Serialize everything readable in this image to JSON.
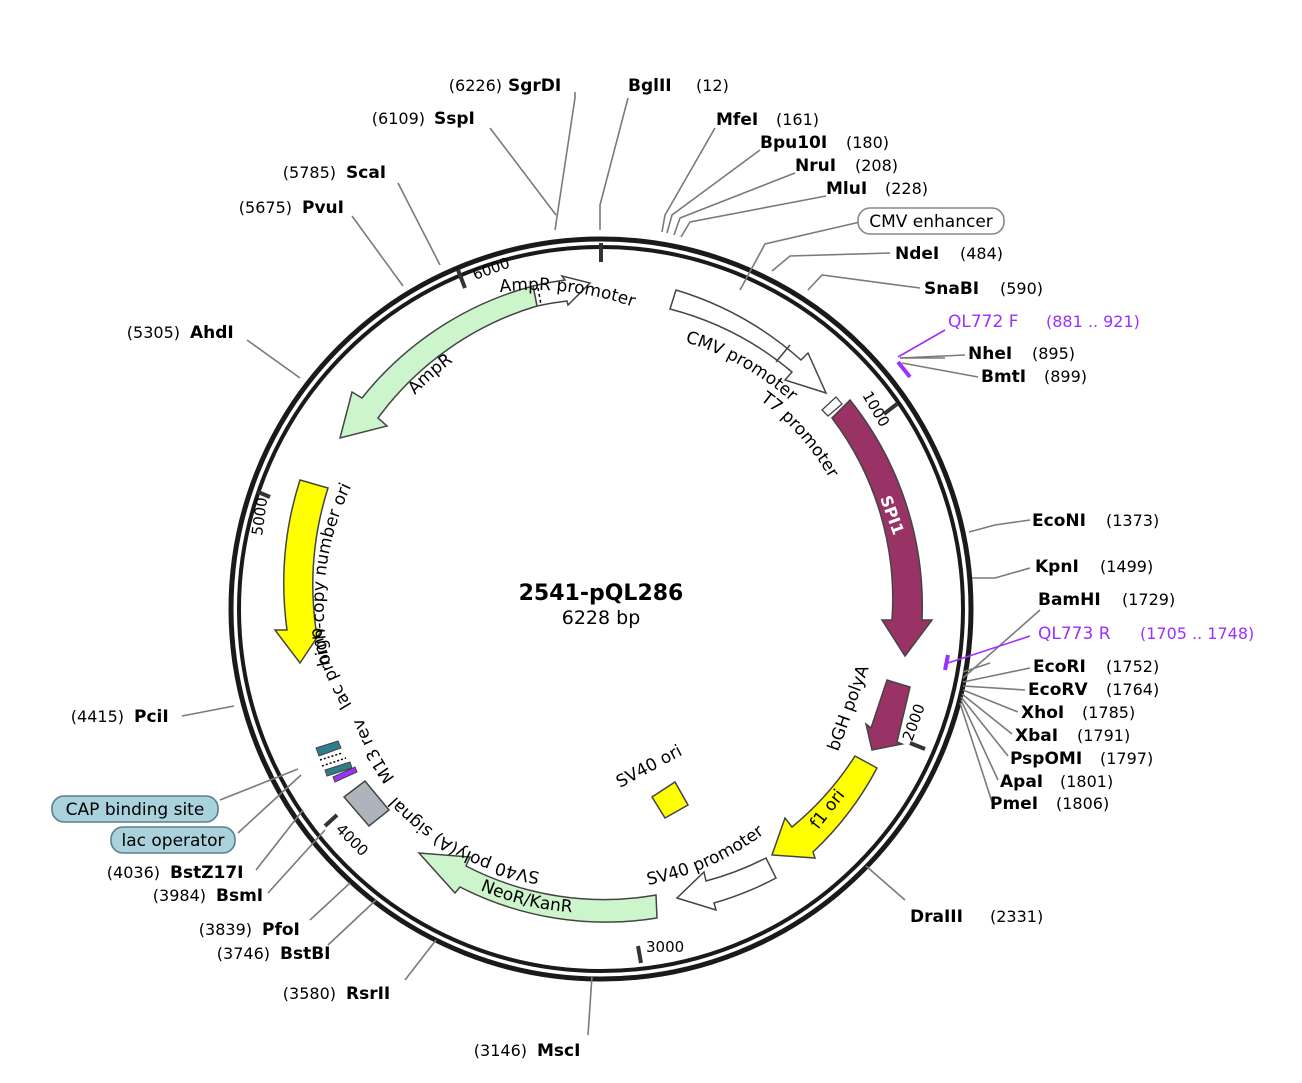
{
  "plasmid": {
    "name": "2541-pQL286",
    "size_label": "6228 bp",
    "length": 6228
  },
  "ticks": [
    "1000",
    "2000",
    "3000",
    "4000",
    "5000",
    "6000"
  ],
  "sites": [
    {
      "name": "SgrDI",
      "pos": "(6226)"
    },
    {
      "name": "BglII",
      "pos": "(12)"
    },
    {
      "name": "SspI",
      "pos": "(6109)"
    },
    {
      "name": "MfeI",
      "pos": "(161)"
    },
    {
      "name": "Bpu10I",
      "pos": "(180)"
    },
    {
      "name": "NruI",
      "pos": "(208)"
    },
    {
      "name": "ScaI",
      "pos": "(5785)"
    },
    {
      "name": "MluI",
      "pos": "(228)"
    },
    {
      "name": "PvuI",
      "pos": "(5675)"
    },
    {
      "name": "NdeI",
      "pos": "(484)"
    },
    {
      "name": "SnaBI",
      "pos": "(590)"
    },
    {
      "name": "AhdI",
      "pos": "(5305)"
    },
    {
      "name": "NheI",
      "pos": "(895)"
    },
    {
      "name": "BmtI",
      "pos": "(899)"
    },
    {
      "name": "EcoNI",
      "pos": "(1373)"
    },
    {
      "name": "KpnI",
      "pos": "(1499)"
    },
    {
      "name": "BamHI",
      "pos": "(1729)"
    },
    {
      "name": "EcoRI",
      "pos": "(1752)"
    },
    {
      "name": "EcoRV",
      "pos": "(1764)"
    },
    {
      "name": "XhoI",
      "pos": "(1785)"
    },
    {
      "name": "PciI",
      "pos": "(4415)"
    },
    {
      "name": "XbaI",
      "pos": "(1791)"
    },
    {
      "name": "PspOMI",
      "pos": "(1797)"
    },
    {
      "name": "ApaI",
      "pos": "(1801)"
    },
    {
      "name": "PmeI",
      "pos": "(1806)"
    },
    {
      "name": "BstZ17I",
      "pos": "(4036)"
    },
    {
      "name": "BsmI",
      "pos": "(3984)"
    },
    {
      "name": "DraIII",
      "pos": "(2331)"
    },
    {
      "name": "PfoI",
      "pos": "(3839)"
    },
    {
      "name": "BstBI",
      "pos": "(3746)"
    },
    {
      "name": "RsrII",
      "pos": "(3580)"
    },
    {
      "name": "MscI",
      "pos": "(3146)"
    }
  ],
  "primers": [
    {
      "name": "QL772 F",
      "range": "(881 .. 921)"
    },
    {
      "name": "QL773 R",
      "range": "(1705 .. 1748)"
    }
  ],
  "boxed_features": [
    "CMV enhancer",
    "CAP binding site",
    "lac operator"
  ],
  "features": {
    "ampr_promoter": "AmpR promoter",
    "ampr": "AmpR",
    "cmv_promoter": "CMV promoter",
    "t7_promoter": "T7 promoter",
    "spi1": "SPI1",
    "ori": "high-copy number ori",
    "lac_promoter": "lac promoter",
    "m13_rev": "M13 rev",
    "bgh": "bGH polyA",
    "sv40_ori": "SV40 ori",
    "sv40_polya": "SV40 poly(A) signal",
    "f1_ori": "f1 ori",
    "sv40_promoter": "SV40 promoter",
    "neo": "NeoR/KanR"
  },
  "colors": {
    "ampr": "#ccf5cc",
    "spi1": "#993366",
    "ori": "#ffff00",
    "neo": "#ccf5cc",
    "primer": "#9b30ff",
    "boxed_bg": "#a9d2dd",
    "backbone": "#1a1a1a"
  }
}
